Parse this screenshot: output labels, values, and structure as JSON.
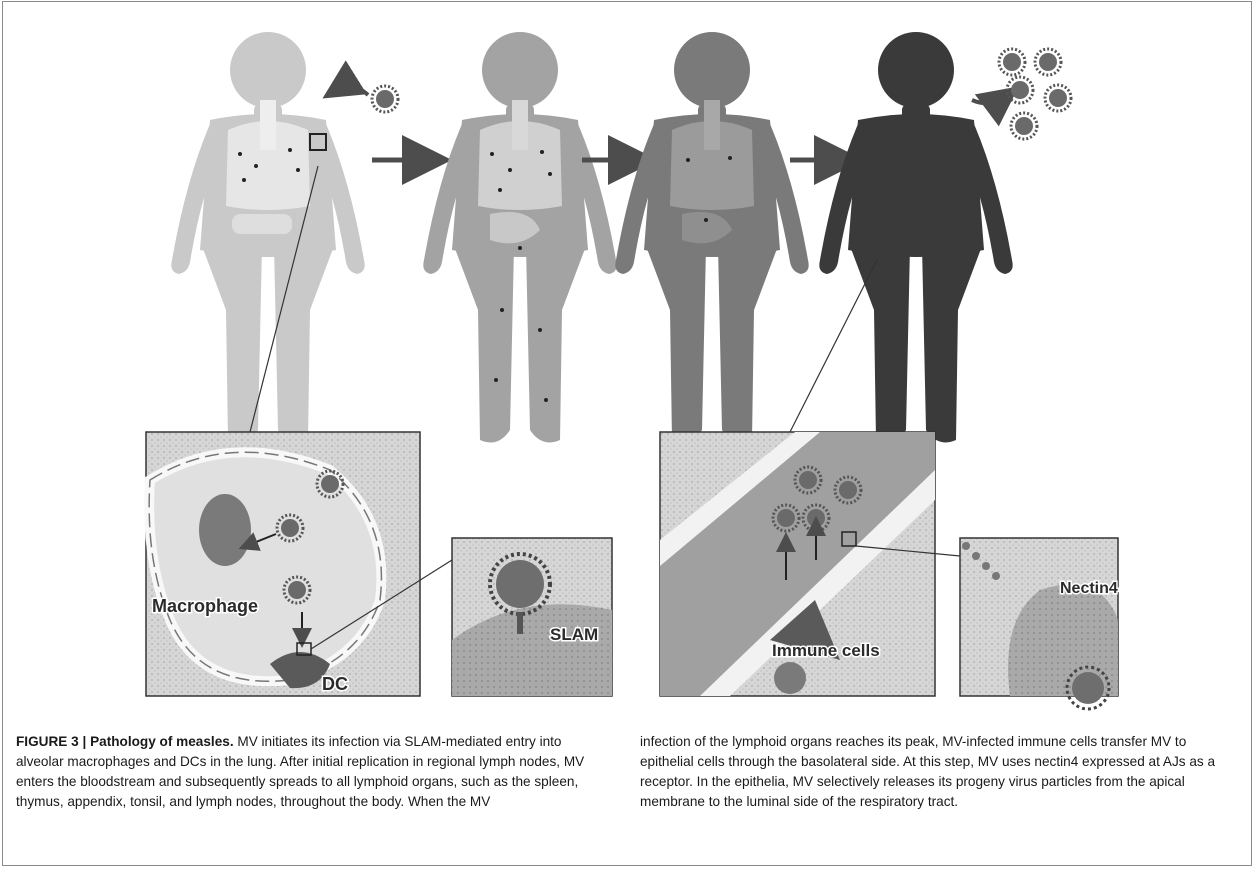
{
  "figure": {
    "panel_labels": {
      "macrophage": "Macrophage",
      "dc": "DC",
      "slam": "SLAM",
      "immune_cells": "Immune cells",
      "nectin4": "Nectin4"
    },
    "icons": [
      "child-silhouette-icon",
      "virus-particle-icon",
      "arrow-right-icon",
      "lung-tissue-inset",
      "epithelium-inset"
    ],
    "colors": {
      "stage1_body": "#c9c9c9",
      "stage2_body": "#a3a3a3",
      "stage3_body": "#7a7a7a",
      "stage4_body": "#3a3a3a",
      "arrow": "#4d4d4d",
      "virus": "#6a6a6a"
    }
  },
  "caption": {
    "label": "FIGURE 3 | ",
    "title": "Pathology of measles.",
    "left_text": " MV initiates its infection via SLAM-mediated entry into alveolar macrophages and DCs in the lung. After initial replication in regional lymph nodes, MV enters the bloodstream and subsequently spreads to all lymphoid organs, such as the spleen, thymus, appendix, tonsil, and lymph nodes, throughout the body. When the MV",
    "right_text": "infection of the lymphoid organs reaches its peak, MV-infected immune cells transfer MV to epithelial cells through the basolateral side. At this step, MV uses nectin4 expressed at AJs as a receptor. In the epithelia, MV selectively releases its progeny virus particles from the apical membrane to the luminal side of the respiratory tract."
  }
}
